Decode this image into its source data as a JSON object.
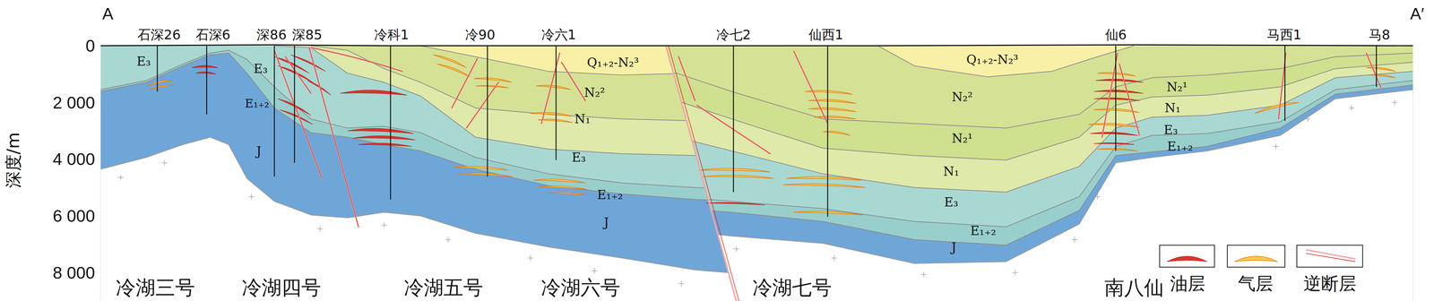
{
  "diagram": {
    "labels": [
      "A",
      "A′",
      "石深26",
      "石深6",
      "深86",
      "深85",
      "冷科1",
      "冷90",
      "冷六1",
      "冷七2",
      "仙西1",
      "仙6",
      "马西1",
      "马8",
      "深度/m",
      "0",
      "2 000",
      "4 000",
      "6 000",
      "8 000",
      "E₃",
      "E₃",
      "E₁₊₂",
      "J",
      "Q₁₊₂-N₂³",
      "N₂²",
      "N₁",
      "E₃",
      "E₁₊₂",
      "J",
      "Q₁₊₂-N₂³",
      "N₂²",
      "N₂¹",
      "N₁",
      "E₃",
      "E₁₊₂",
      "J",
      "N₂¹",
      "N₁",
      "E₃",
      "E₁₊₂",
      "冷湖三号",
      "冷湖四号",
      "冷湖五号",
      "冷湖六号",
      "冷湖七号",
      "南八仙"
    ],
    "legend": [
      {
        "text": "油层"
      },
      {
        "text": "气层"
      },
      {
        "text": "逆断层"
      }
    ]
  }
}
